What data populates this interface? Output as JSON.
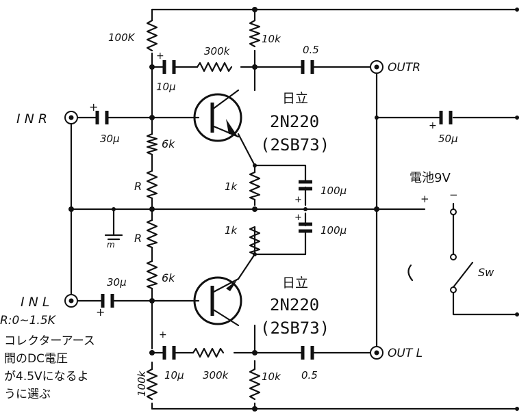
{
  "labels": {
    "in_r": "I N R",
    "in_l": "I N L",
    "out_r": "OUTR",
    "out_l": "OUT L",
    "r_top_bias": "100K",
    "r_bot_bias": "100k",
    "r_top_coll": "10k",
    "r_bot_coll": "10k",
    "r_top_fb": "300k",
    "r_bot_fb": "300k",
    "c_top_out": "0.5",
    "c_bot_out": "0.5",
    "c_top_fb": "10μ",
    "c_bot_fb": "10μ",
    "c_in_r": "30μ",
    "c_in_l": "30μ",
    "r_upper_6k": "6k",
    "r_lower_6k": "6k",
    "r_upper_R": "R",
    "r_lower_R": "R",
    "r_emit_upper": "1k",
    "r_emit_lower": "1k",
    "c_emit_upper": "100μ",
    "c_emit_lower": "100μ",
    "c_batt": "50μ",
    "battery": "電池9V",
    "switch": "Sw",
    "ground": "m",
    "plus": "+",
    "minus": "−",
    "tr_top_maker": "日立",
    "tr_top_type": "2N220",
    "tr_top_alt": "(2SB73)",
    "tr_bot_maker": "日立",
    "tr_bot_type": "2N220",
    "tr_bot_alt": "(2SB73)"
  },
  "note": {
    "line1": "R:0∼1.5K",
    "line2": "コレクターアース",
    "line3": "間のDC電圧",
    "line4": "が4.5Vになるよ",
    "line5": "うに選ぶ"
  }
}
